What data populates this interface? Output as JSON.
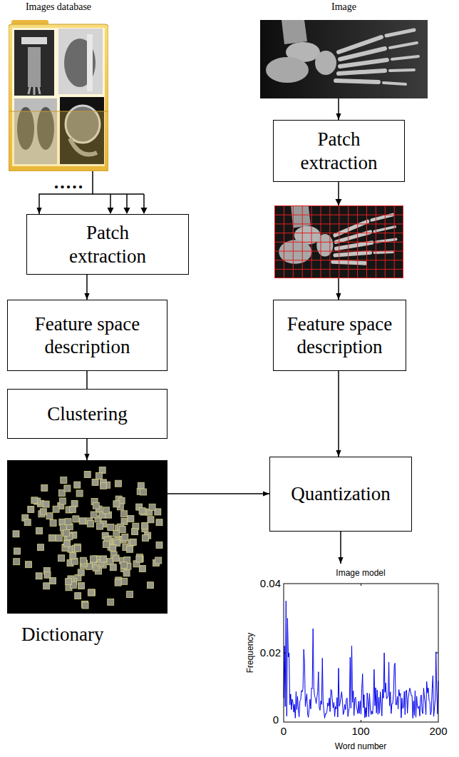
{
  "diagram": {
    "nodes": [
      {
        "text": [
          "Images database"
        ]
      },
      {
        "text": [
          "Image"
        ]
      },
      {
        "text": [
          "Patch extraction"
        ]
      },
      {
        "text": [
          "Patch extraction"
        ]
      },
      {
        "text": [
          "Feature space description"
        ]
      },
      {
        "text": [
          "Feature space description"
        ]
      },
      {
        "text": [
          "Clustering"
        ]
      },
      {
        "text": [
          "Quantization"
        ]
      },
      {
        "text": [
          "Dictionary"
        ]
      },
      {
        "text": [
          "Image model"
        ]
      }
    ],
    "edges": [
      {
        "from": 0,
        "to": 2,
        "arrow": "to"
      },
      {
        "from": 1,
        "to": 3,
        "arrow": "to"
      },
      {
        "from": 2,
        "to": 4,
        "arrow": "to"
      },
      {
        "from": 3,
        "to": 5,
        "arrow": "to"
      },
      {
        "from": 4,
        "to": 6,
        "arrow": "none"
      },
      {
        "from": 5,
        "to": 7,
        "arrow": "to"
      },
      {
        "from": 6,
        "to": 8,
        "arrow": "to"
      },
      {
        "from": 8,
        "to": 7,
        "arrow": "to"
      },
      {
        "from": 7,
        "to": 9,
        "arrow": "to"
      }
    ],
    "labels": [
      ".....",
      "Frequency",
      "0.04",
      "0.02",
      "0",
      "0",
      "100",
      "200",
      "Word number"
    ]
  }
}
